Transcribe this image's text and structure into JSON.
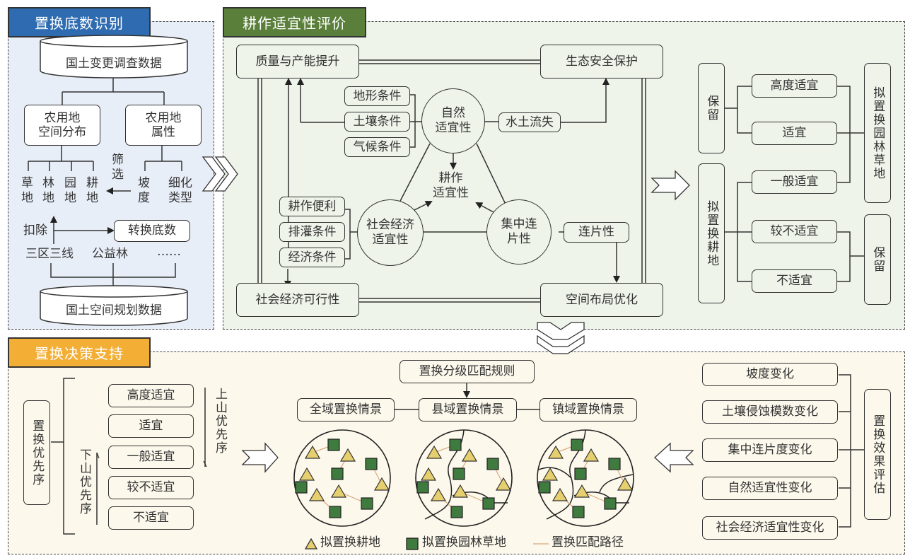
{
  "sections": {
    "base": {
      "title": "置换底数识别",
      "color": "#2e6bb0",
      "bg": "#e8eef8"
    },
    "eval": {
      "title": "耕作适宜性评价",
      "color": "#5a7f3a",
      "bg": "#eef4ea"
    },
    "decision": {
      "title": "置换决策支持",
      "color": "#f2ae35",
      "bg": "#fdf8ec"
    }
  },
  "base": {
    "db_top": "国土变更调查数据",
    "spatial": "农用地\n空间分布",
    "attr": "农用地\n属性",
    "landtypes": [
      "草\n地",
      "林\n地",
      "园\n地",
      "耕\n地"
    ],
    "filter": "筛\n选",
    "slope": "坡\n度",
    "subtype": "细化\n类型",
    "deduct": "扣除",
    "convert": "转换底数",
    "constraints": [
      "三区三线",
      "公益林",
      "……"
    ],
    "db_bottom": "国土空间规划数据"
  },
  "eval": {
    "quality": "质量与产能提升",
    "eco": "生态安全保护",
    "socio_feas": "社会经济可行性",
    "spatial_opt": "空间布局优化",
    "natural_factors": [
      "地形条件",
      "土壤条件",
      "气候条件"
    ],
    "natural": "自然\n适宜性",
    "erosion": "水土流失",
    "cultivation": "耕作\n适宜性",
    "socio_factors": [
      "耕作便利",
      "排灌条件",
      "经济条件"
    ],
    "socio": "社会经济\n适宜性",
    "concentration": "集中连\n片性",
    "contiguity": "连片性"
  },
  "classification": {
    "retain_top": "保留",
    "to_farmland": "拟置换耕地",
    "levels": [
      "高度适宜",
      "适宜",
      "一般适宜",
      "较不适宜",
      "不适宜"
    ],
    "to_garden": "拟置换园林草地",
    "retain_bottom": "保留"
  },
  "decision": {
    "priority": "置换优先序",
    "levels": [
      "高度适宜",
      "适宜",
      "一般适宜",
      "较不适宜",
      "不适宜"
    ],
    "uphill": "上山优先序",
    "downhill": "下山优先序",
    "rule": "置换分级匹配规则",
    "scenarios": [
      "全域置换情景",
      "县域置换情景",
      "镇域置换情景"
    ],
    "legend": {
      "triangle": "拟置换耕地",
      "square": "拟置换园林草地",
      "path": "置换匹配路径"
    },
    "effects": [
      "坡度变化",
      "土壤侵蚀模数变化",
      "集中连片度变化",
      "自然适宜性变化",
      "社会经济适宜性变化"
    ],
    "effect_eval": "置换效果评估"
  },
  "colors": {
    "triangle": "#e6cf6e",
    "square": "#3f7a3f",
    "path": "#d9a77a"
  }
}
